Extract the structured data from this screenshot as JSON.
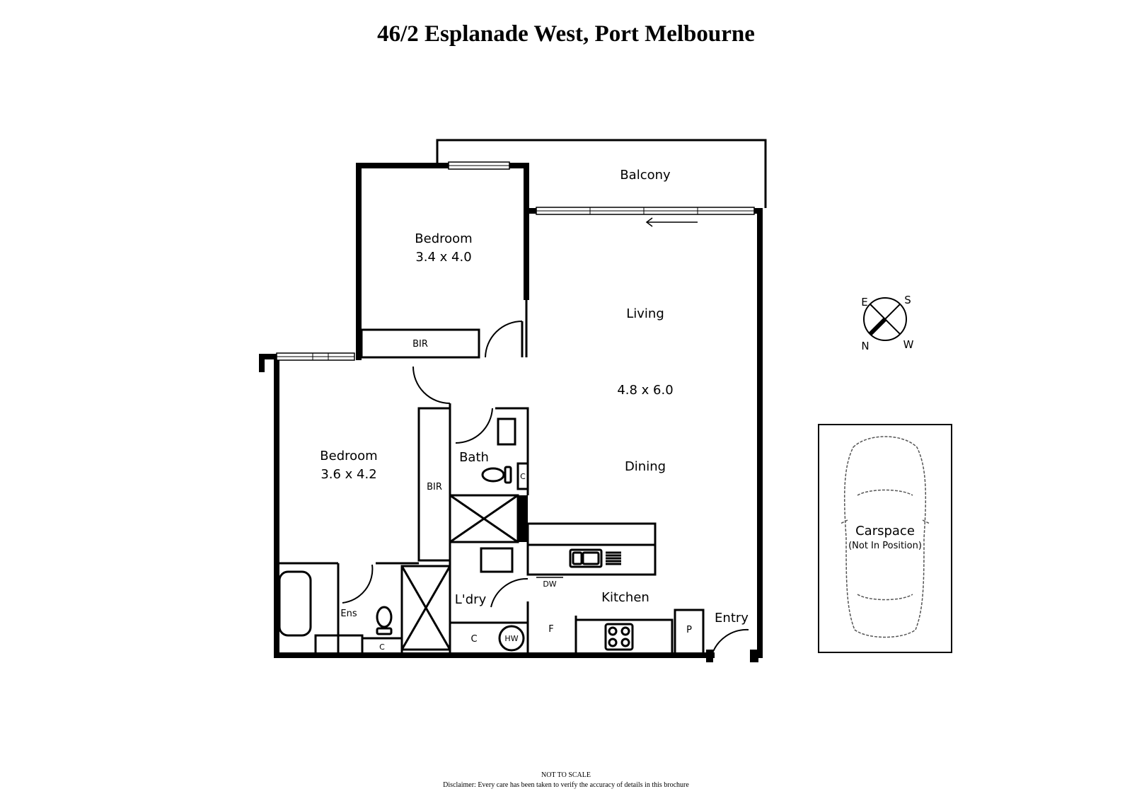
{
  "title": "46/2 Esplanade West, Port Melbourne",
  "rooms": {
    "balcony": "Balcony",
    "bedroom1_name": "Bedroom",
    "bedroom1_size": "3.4 x 4.0",
    "bir1": "BIR",
    "living": "Living",
    "living_size": "4.8 x 6.0",
    "dining": "Dining",
    "bedroom2_name": "Bedroom",
    "bedroom2_size": "3.6 x 4.2",
    "bir2": "BIR",
    "bath": "Bath",
    "bath_cupboard": "C",
    "ensuite": "Ens",
    "ensuite_cupboard": "C",
    "laundry": "L'dry",
    "laundry_cupboard": "C",
    "hot_water": "HW",
    "fridge": "F",
    "dishwasher": "DW",
    "kitchen": "Kitchen",
    "pantry": "P",
    "entry": "Entry"
  },
  "compass": {
    "east": "E",
    "south": "S",
    "north": "N",
    "west": "W"
  },
  "carspace": {
    "label": "Carspace",
    "note": "(Not In Position)"
  },
  "footer": {
    "scale_note": "NOT TO SCALE",
    "disclaimer": "Disclaimer: Every care has been taken to verify the accuracy of details in this brochure"
  }
}
